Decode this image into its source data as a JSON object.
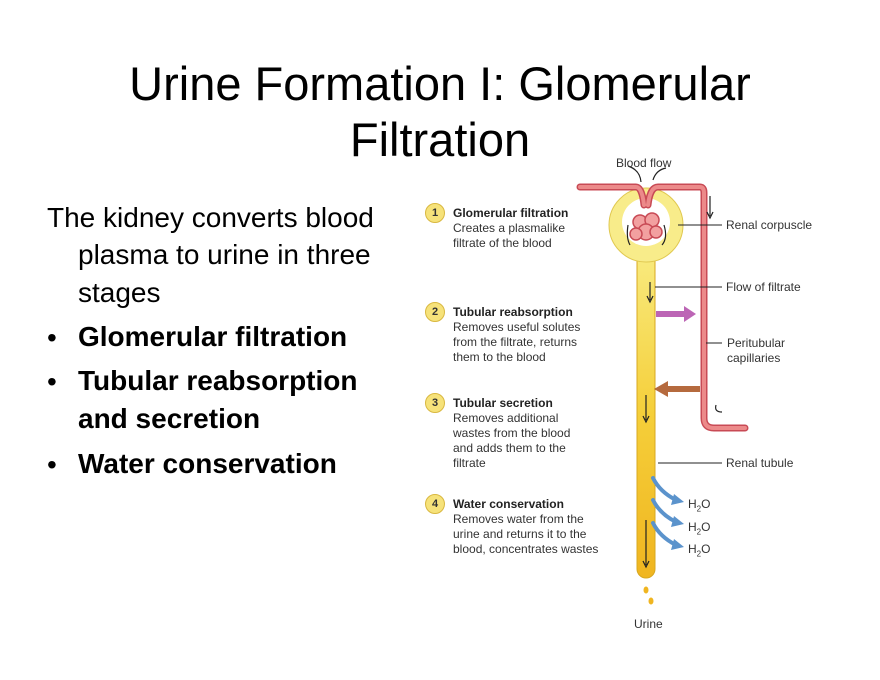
{
  "title": {
    "line1": "Urine Formation I: Glomerular",
    "line2": "Filtration"
  },
  "body": {
    "intro": [
      "The kidney converts blood",
      "plasma to urine in three",
      "stages"
    ],
    "bullet_glyph": "•",
    "bullets": [
      {
        "lines": [
          "Glomerular filtration"
        ]
      },
      {
        "lines": [
          "Tubular reabsorption",
          "and secretion"
        ]
      },
      {
        "lines": [
          "Water conservation"
        ]
      }
    ]
  },
  "diagram": {
    "steps": [
      {
        "num": "1",
        "heading": "Glomerular filtration",
        "lines": [
          "Creates a plasmalike",
          "filtrate of the blood"
        ]
      },
      {
        "num": "2",
        "heading": "Tubular reabsorption",
        "lines": [
          "Removes useful solutes",
          "from the filtrate, returns",
          "them to the blood"
        ]
      },
      {
        "num": "3",
        "heading": "Tubular secretion",
        "lines": [
          "Removes additional",
          "wastes from the blood",
          "and adds them to the",
          "filtrate"
        ]
      },
      {
        "num": "4",
        "heading": "Water conservation",
        "lines": [
          "Removes water from the",
          "urine and returns it to the",
          "blood, concentrates wastes"
        ]
      }
    ],
    "labels": {
      "blood_flow": "Blood flow",
      "renal_corpuscle": "Renal corpuscle",
      "flow_of_filtrate": "Flow of filtrate",
      "peritubular": [
        "Peritubular",
        "capillaries"
      ],
      "renal_tubule": "Renal tubule",
      "water": [
        "H",
        "2",
        "O"
      ],
      "urine": "Urine"
    },
    "colors": {
      "tubule": "#f3c22a",
      "capillary": "#e8767a",
      "reabsorption_arrow": "#b04aa8",
      "secretion_arrow": "#a8501c",
      "water_arrow": "#5b93cc",
      "step_badge": "#f6e27a"
    }
  }
}
